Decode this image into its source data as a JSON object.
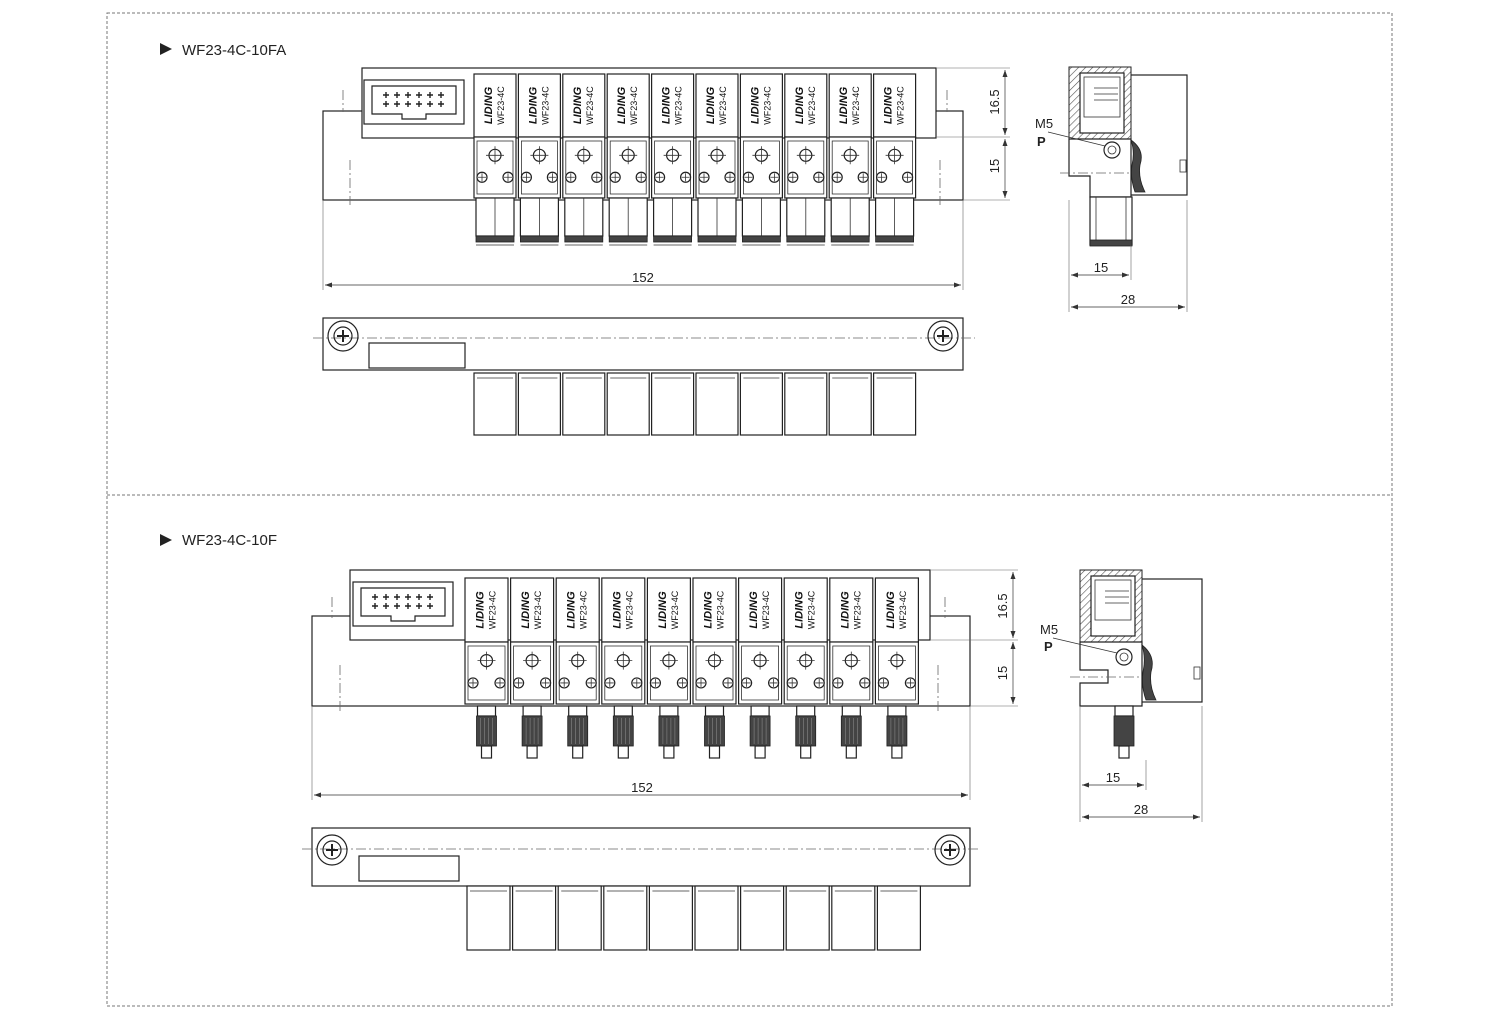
{
  "sections": [
    {
      "title": "WF23-4C-10FA",
      "valve_brand": "LIDING",
      "valve_model": "WF23-4C",
      "valve_count": 10,
      "fitting_style": "push-in",
      "dims": {
        "length": "152",
        "height_upper": "16.5",
        "height_lower": "15",
        "side_inner": "15",
        "side_overall": "28"
      },
      "port_label": "M5",
      "port_name": "P"
    },
    {
      "title": "WF23-4C-10F",
      "valve_brand": "LIDING",
      "valve_model": "WF23-4C",
      "valve_count": 10,
      "fitting_style": "threaded",
      "dims": {
        "length": "152",
        "height_upper": "16.5",
        "height_lower": "15",
        "side_inner": "15",
        "side_overall": "28"
      },
      "port_label": "M5",
      "port_name": "P"
    }
  ],
  "colors": {
    "line": "#222222",
    "frame": "#777777"
  }
}
